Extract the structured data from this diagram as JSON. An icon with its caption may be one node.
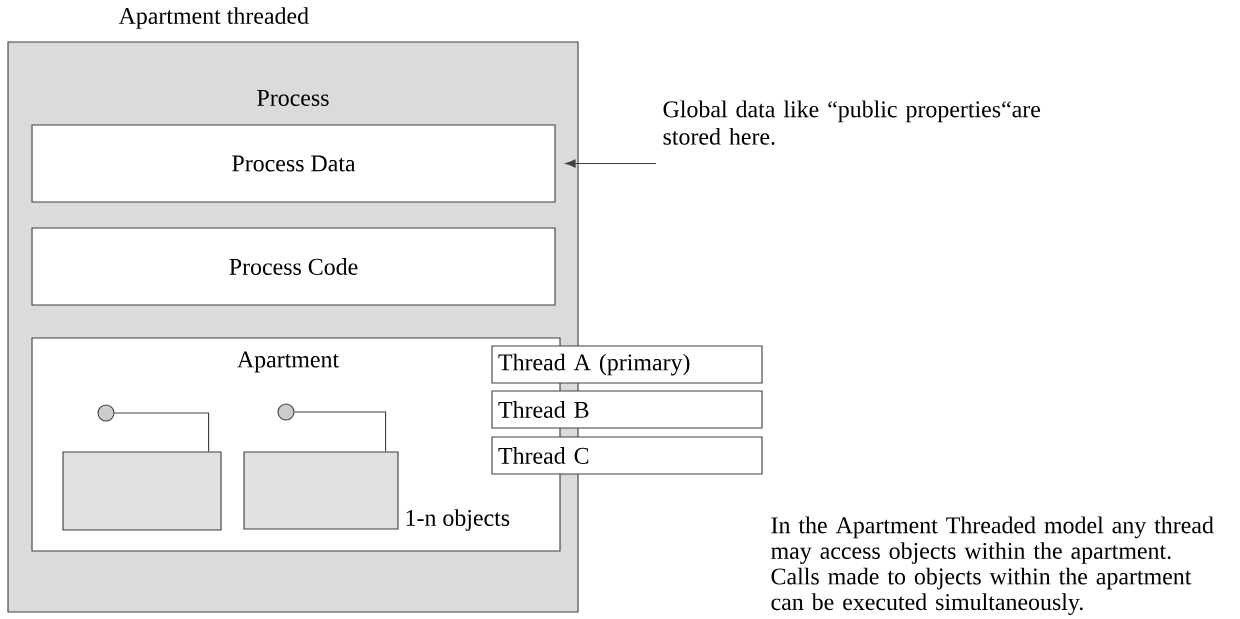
{
  "diagram": {
    "title": "Apartment threaded",
    "nodes": [
      {
        "text": [
          "Process"
        ]
      },
      {
        "text": [
          "Process Data"
        ],
        "in": 0
      },
      {
        "text": [
          "Process Code"
        ],
        "in": 0
      },
      {
        "text": [
          "Apartment",
          "1-n objects"
        ],
        "in": 0
      },
      {
        "text": [],
        "shape": "box",
        "in": 3
      },
      {
        "text": [],
        "shape": "box",
        "in": 3
      },
      {
        "text": [],
        "shape": "circle",
        "in": 3
      },
      {
        "text": [],
        "shape": "circle",
        "in": 3
      },
      {
        "text": [
          "Thread A (primary)"
        ]
      },
      {
        "text": [
          "Thread B"
        ]
      },
      {
        "text": [
          "Thread C"
        ]
      },
      {
        "text": [
          "Global data like “public properties“are stored here."
        ]
      }
    ],
    "edges": [
      {
        "from": 11,
        "to": 1,
        "arrow": "to"
      },
      {
        "from": 6,
        "to": 4,
        "arrow": "none"
      },
      {
        "from": 7,
        "to": 5,
        "arrow": "none"
      }
    ],
    "labels": [
      "In the Apartment Threaded model any thread may access objects within the apartment. Calls made to objects within the apartment can be executed simultaneously."
    ]
  }
}
